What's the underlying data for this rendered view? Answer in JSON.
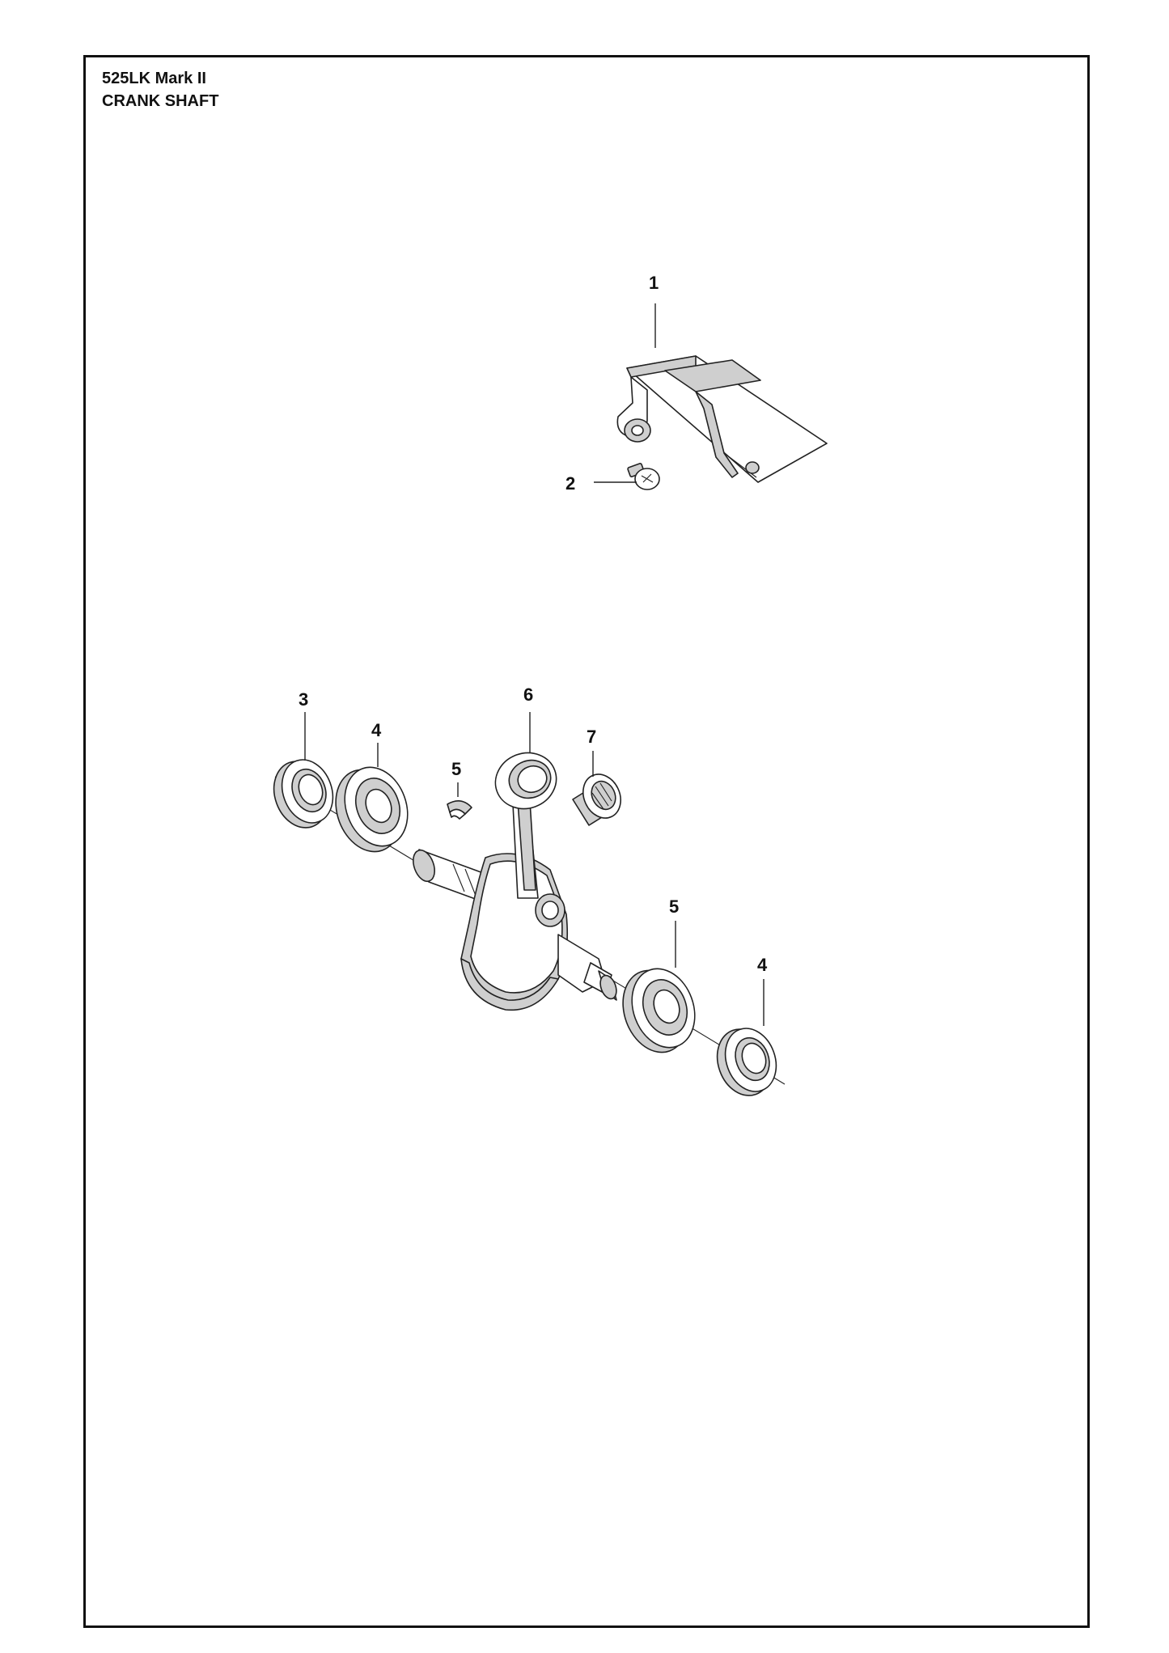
{
  "header": {
    "model": "525LK Mark II",
    "section": "CRANK SHAFT"
  },
  "callouts": [
    "1",
    "2",
    "3",
    "4",
    "5",
    "6",
    "7",
    "5",
    "4"
  ],
  "colors": {
    "ink": "#111111",
    "part_fill": "#cfcfcf",
    "background": "#ffffff"
  }
}
